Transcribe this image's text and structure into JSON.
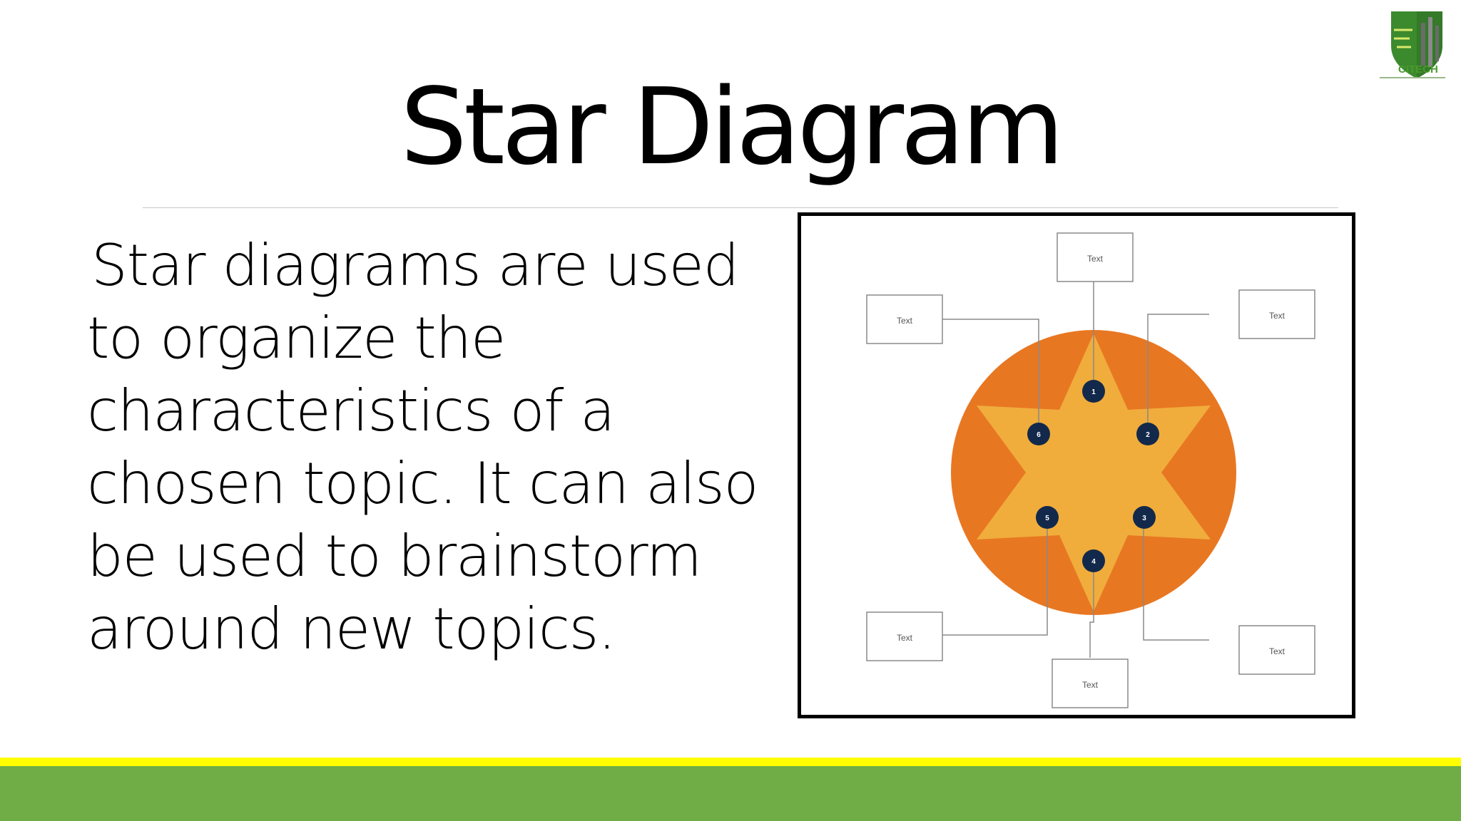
{
  "slide": {
    "title": "Star Diagram",
    "body": "Star diagrams are used to organize the characteristics of a chosen topic. It can also be used to brainstorm around new topics."
  },
  "logo": {
    "text": "CITECH"
  },
  "diagram": {
    "box_labels": [
      "Text",
      "Text",
      "Text",
      "Text",
      "Text",
      "Text"
    ],
    "node_labels": [
      "1",
      "2",
      "3",
      "4",
      "5",
      "6"
    ],
    "colors": {
      "circle": "#e87722",
      "star": "#f0ad3c",
      "node": "#13294b",
      "connector": "#8a8a8a",
      "band_yellow": "#ffff00",
      "band_green": "#70ad47"
    }
  }
}
